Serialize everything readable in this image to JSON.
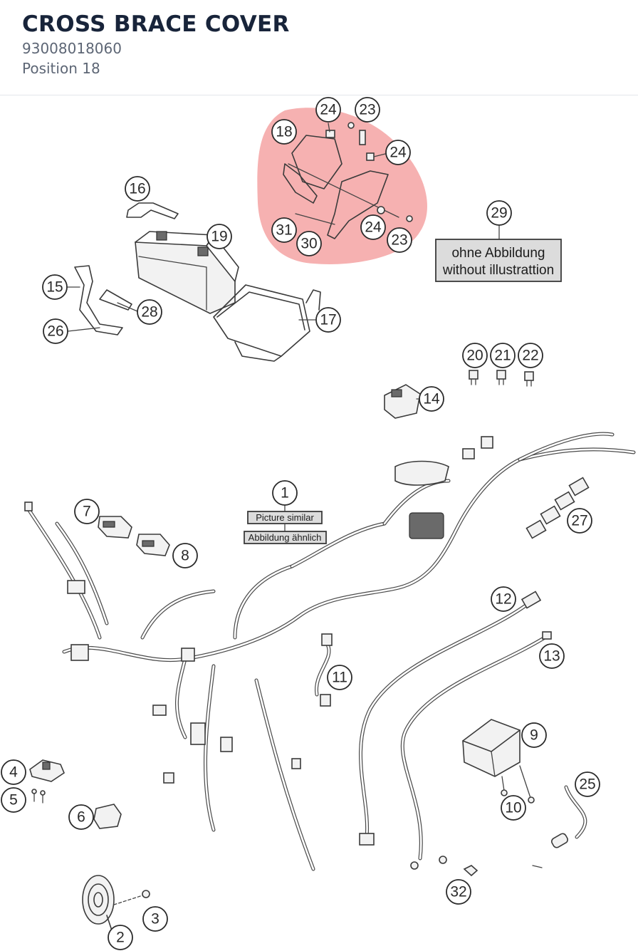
{
  "header": {
    "title": "CROSS BRACE COVER",
    "part_number": "93008018060",
    "position": "Position 18"
  },
  "diagram": {
    "highlight_color": "#f4a3a3",
    "labels": {
      "not_shown_de": "ohne Abbildung",
      "not_shown_en": "without illustrattion",
      "similar_en": "Picture similar",
      "similar_de": "Abbildung ähnlich"
    },
    "callouts": {
      "c1": "1",
      "c2": "2",
      "c3": "3",
      "c4": "4",
      "c5": "5",
      "c6": "6",
      "c7": "7",
      "c8": "8",
      "c9": "9",
      "c10": "10",
      "c11": "11",
      "c12": "12",
      "c13": "13",
      "c14": "14",
      "c15": "15",
      "c16": "16",
      "c17": "17",
      "c18": "18",
      "c19": "19",
      "c20": "20",
      "c21": "21",
      "c22": "22",
      "c23a": "23",
      "c23b": "23",
      "c24a": "24",
      "c24b": "24",
      "c24c": "24",
      "c25": "25",
      "c26": "26",
      "c27": "27",
      "c28": "28",
      "c29": "29",
      "c30": "30",
      "c31": "31",
      "c32": "32"
    }
  }
}
